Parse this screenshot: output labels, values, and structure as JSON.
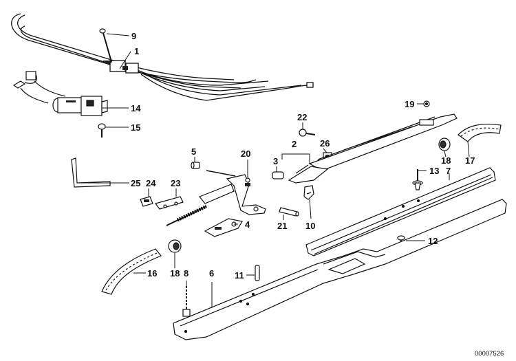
{
  "diagram": {
    "reference_number": "00007526",
    "callouts": [
      {
        "id": "c9",
        "label": "9"
      },
      {
        "id": "c1",
        "label": "1"
      },
      {
        "id": "c14",
        "label": "14"
      },
      {
        "id": "c15",
        "label": "15"
      },
      {
        "id": "c19",
        "label": "19"
      },
      {
        "id": "c22",
        "label": "22"
      },
      {
        "id": "c2",
        "label": "2"
      },
      {
        "id": "c26",
        "label": "26"
      },
      {
        "id": "c3",
        "label": "3"
      },
      {
        "id": "c5",
        "label": "5"
      },
      {
        "id": "c20",
        "label": "20"
      },
      {
        "id": "c18a",
        "label": "18"
      },
      {
        "id": "c17",
        "label": "17"
      },
      {
        "id": "c13",
        "label": "13"
      },
      {
        "id": "c7",
        "label": "7"
      },
      {
        "id": "c25",
        "label": "25"
      },
      {
        "id": "c24",
        "label": "24"
      },
      {
        "id": "c23",
        "label": "23"
      },
      {
        "id": "c4",
        "label": "4"
      },
      {
        "id": "c21",
        "label": "21"
      },
      {
        "id": "c10",
        "label": "10"
      },
      {
        "id": "c12",
        "label": "12"
      },
      {
        "id": "c16",
        "label": "16"
      },
      {
        "id": "c18b",
        "label": "18"
      },
      {
        "id": "c8",
        "label": "8"
      },
      {
        "id": "c6",
        "label": "6"
      },
      {
        "id": "c11",
        "label": "11"
      }
    ]
  }
}
